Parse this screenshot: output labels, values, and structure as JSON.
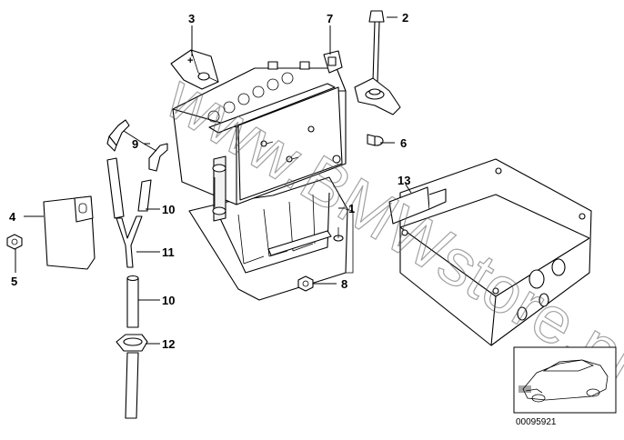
{
  "callouts": {
    "c1": "1",
    "c2": "2",
    "c3": "3",
    "c4": "4",
    "c5": "5",
    "c6": "6",
    "c7": "7",
    "c8": "8",
    "c9": "9",
    "c10a": "10",
    "c10b": "10",
    "c11": "11",
    "c12": "12",
    "c13": "13"
  },
  "watermark": "www.BMWstore.pl",
  "reference_number": "00095921"
}
